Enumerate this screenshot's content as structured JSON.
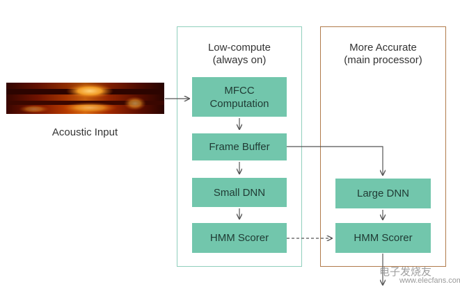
{
  "acoustic_input": {
    "label": "Acoustic Input"
  },
  "low_compute": {
    "title_line1": "Low-compute",
    "title_line2": "(always on)",
    "blocks": {
      "mfcc_line1": "MFCC",
      "mfcc_line2": "Computation",
      "frame_buffer": "Frame Buffer",
      "small_dnn": "Small DNN",
      "hmm_scorer": "HMM Scorer"
    }
  },
  "more_accurate": {
    "title_line1": "More Accurate",
    "title_line2": "(main processor)",
    "blocks": {
      "large_dnn": "Large DNN",
      "hmm_scorer": "HMM Scorer"
    }
  },
  "watermark": {
    "text": "电子发烧友",
    "url_text": "www.elecfans.com"
  },
  "colors": {
    "block_fill": "#72c6ac",
    "low_compute_border": "#8fcfbc",
    "main_processor_border": "#b07a4a",
    "arrow": "#555555"
  }
}
